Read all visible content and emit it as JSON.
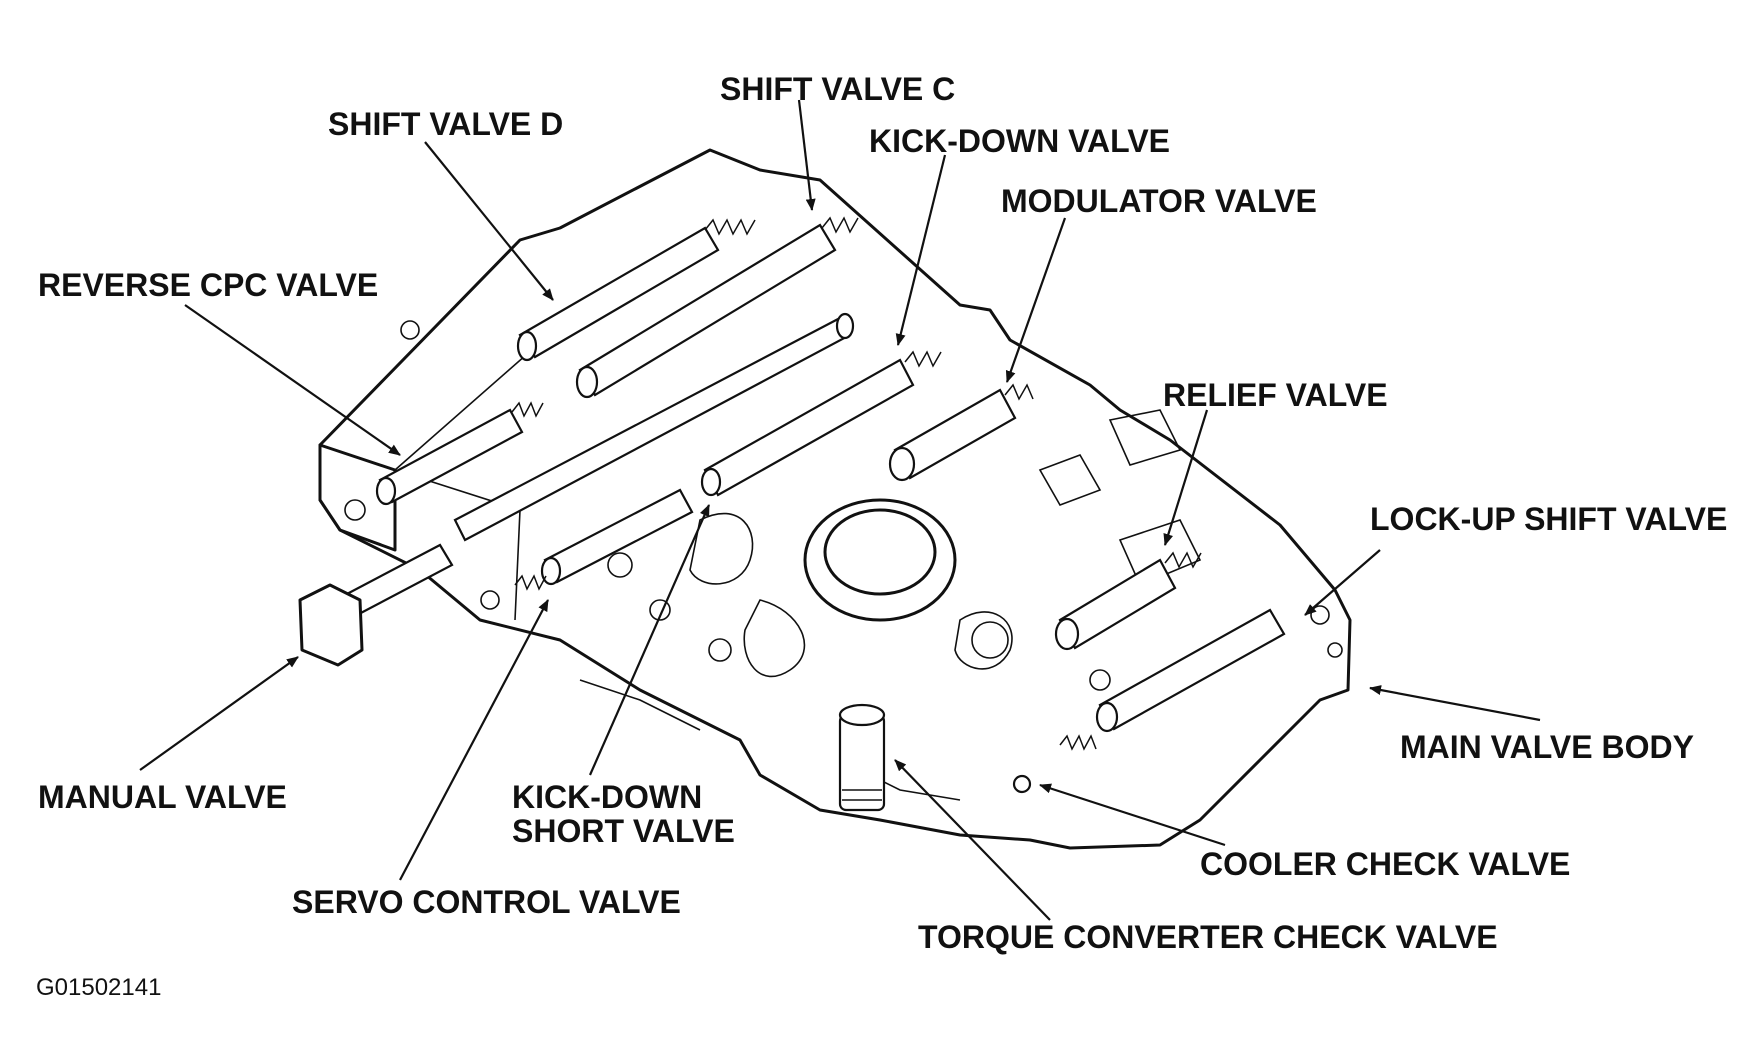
{
  "figure_id": "G01502141",
  "labels": {
    "shift_valve_c": "SHIFT VALVE C",
    "shift_valve_d": "SHIFT VALVE D",
    "kick_down_valve": "KICK-DOWN VALVE",
    "modulator_valve": "MODULATOR VALVE",
    "reverse_cpc_valve": "REVERSE CPC VALVE",
    "relief_valve": "RELIEF VALVE",
    "lock_up_shift_valve": "LOCK-UP SHIFT VALVE",
    "main_valve_body": "MAIN VALVE BODY",
    "manual_valve": "MANUAL VALVE",
    "kick_down_short_valve_line1": "KICK-DOWN",
    "kick_down_short_valve_line2": "SHORT VALVE",
    "cooler_check_valve": "COOLER CHECK VALVE",
    "servo_control_valve": "SERVO CONTROL VALVE",
    "torque_converter_check_valve": "TORQUE CONVERTER CHECK VALVE"
  },
  "colors": {
    "ink": "#111111",
    "paper": "#ffffff"
  }
}
